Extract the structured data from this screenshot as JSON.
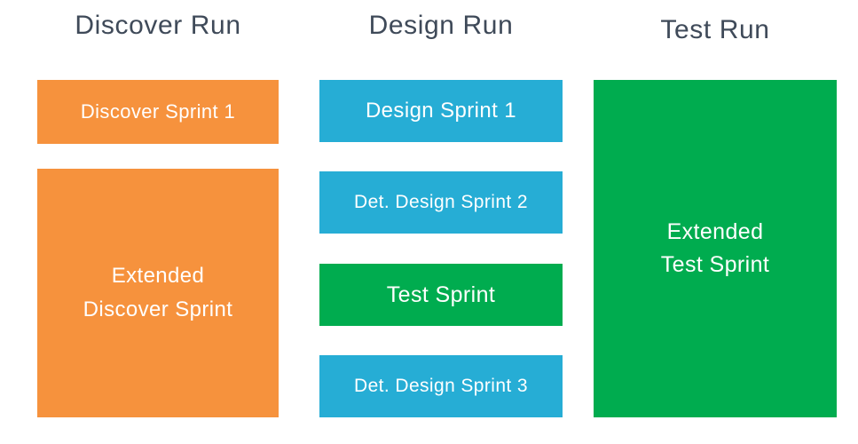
{
  "diagram": {
    "columns": [
      {
        "header": "Discover Run",
        "boxes": [
          {
            "label": "Discover Sprint 1",
            "color": "#f6923d"
          },
          {
            "label": "Extended\nDiscover Sprint",
            "color": "#f6923d"
          }
        ]
      },
      {
        "header": "Design Run",
        "boxes": [
          {
            "label": "Design Sprint 1",
            "color": "#26add5"
          },
          {
            "label": "Det. Design Sprint 2",
            "color": "#26add5"
          },
          {
            "label": "Test Sprint",
            "color": "#00ac4f"
          },
          {
            "label": "Det. Design Sprint 3",
            "color": "#26add5"
          }
        ]
      },
      {
        "header": "Test Run",
        "boxes": [
          {
            "label": "Extended\nTest Sprint",
            "color": "#00ac4f"
          }
        ]
      }
    ],
    "colors": {
      "orange": "#f6923d",
      "blue": "#26add5",
      "green": "#00ac4f",
      "heading_text": "#3f4a59",
      "box_text": "#ffffff",
      "background": "#ffffff"
    }
  }
}
